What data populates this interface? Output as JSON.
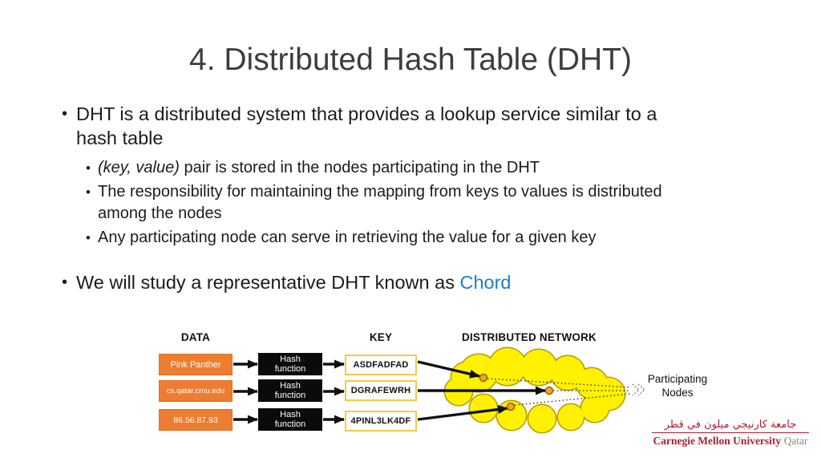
{
  "slide_title": "4. Distributed Hash Table (DHT)",
  "bullets": {
    "b1_line1": "DHT is a distributed system that provides a lookup service similar to a",
    "b1_line2": "hash table",
    "sub1_italic": "(key, value)",
    "sub1_rest": " pair is stored in the nodes participating in the DHT",
    "sub2_line1": "The responsibility for maintaining the mapping from keys to values is distributed",
    "sub2_line2": "among the nodes",
    "sub3": "Any participating node can serve in retrieving the value for a given key",
    "b2_prefix": "We will study a representative DHT known as ",
    "b2_highlight": "Chord"
  },
  "diagram": {
    "headers": {
      "data": "DATA",
      "key": "KEY",
      "network": "DISTRIBUTED NETWORK"
    },
    "rows": [
      {
        "data": "Pink Panther",
        "hash1": "Hash",
        "hash2": "function",
        "key": "ASDFADFAD"
      },
      {
        "data": "cs.qatar.cmu.edu",
        "hash1": "Hash",
        "hash2": "function",
        "key": "DGRAFEWRH"
      },
      {
        "data": "86.56.87.93",
        "hash1": "Hash",
        "hash2": "function",
        "key": "4PINL3LK4DF"
      }
    ],
    "cloud_label_line1": "Participating",
    "cloud_label_line2": "Nodes"
  },
  "logo": {
    "arabic": "جامعة كارنيجي ميلون في قطر",
    "university": "Carnegie Mellon University",
    "campus": "Qatar"
  },
  "colors": {
    "accent_orange": "#ED7D31",
    "hash_black": "#0b0b0b",
    "key_border_gold": "#F2C94C",
    "cloud_yellow": "#FFF100",
    "chord_blue": "#1F7EC8",
    "cmu_red": "#B01E2D"
  }
}
